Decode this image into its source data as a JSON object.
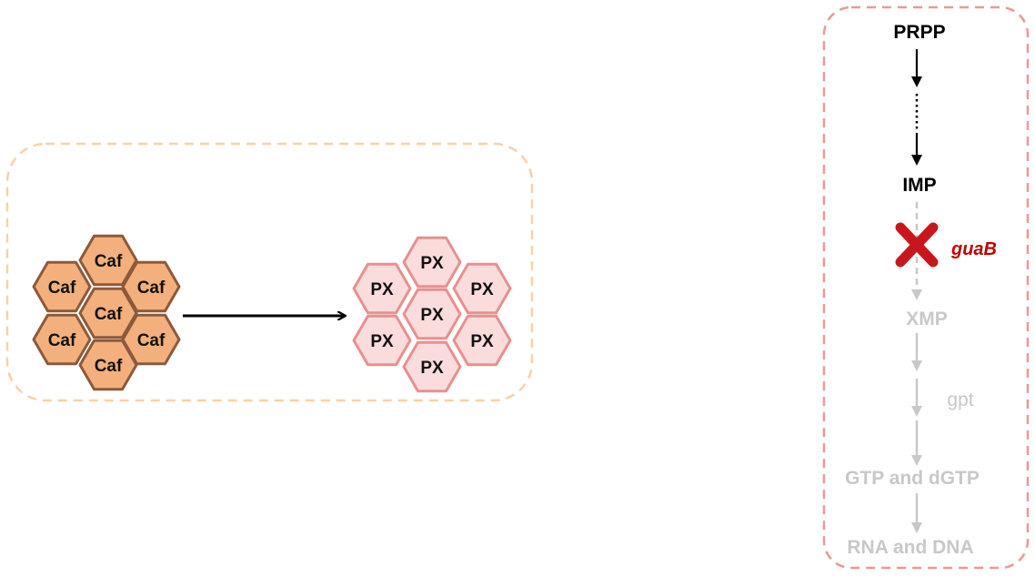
{
  "colors": {
    "caf_fill": "#F4B07C",
    "caf_stroke": "#8B5A3C",
    "px_fill": "#FADCDC",
    "px_stroke": "#E8908F",
    "left_box_border": "#F6D2A8",
    "right_box_border": "#E89A98",
    "active_text": "#000000",
    "inactive": "#C8C8C8",
    "cross": "#C8161D",
    "gene_text": "#C00000"
  },
  "conversion": {
    "caf_cluster": {
      "label": "Caf",
      "cells": [
        "Caf",
        "Caf",
        "Caf",
        "Caf",
        "Caf",
        "Caf",
        "Caf"
      ]
    },
    "px_cluster": {
      "label": "PX",
      "cells": [
        "PX",
        "PX",
        "PX",
        "PX",
        "PX",
        "PX",
        "PX"
      ]
    }
  },
  "pathway": {
    "prpp": "PRPP",
    "imp": "IMP",
    "blocked_gene": "guaB",
    "xmp": "XMP",
    "enzyme": "gpt",
    "gtp": "GTP and dGTP",
    "rna_dna": "RNA and DNA"
  }
}
